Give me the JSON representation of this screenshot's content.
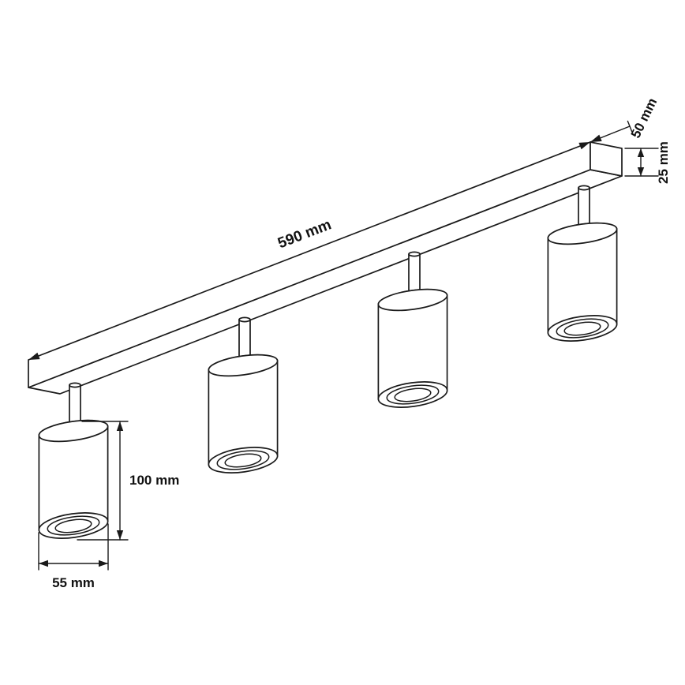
{
  "page": {
    "background": "#ffffff"
  },
  "drawing": {
    "subject": "four-spot ceiling light rail - dimensioned technical line drawing",
    "line_color": "#1a1a1a",
    "labels": {
      "rail_length": "590 mm",
      "rail_depth": "50 mm",
      "rail_height": "25 mm",
      "spotlight_height": "100 mm",
      "spotlight_diameter": "55 mm"
    }
  }
}
